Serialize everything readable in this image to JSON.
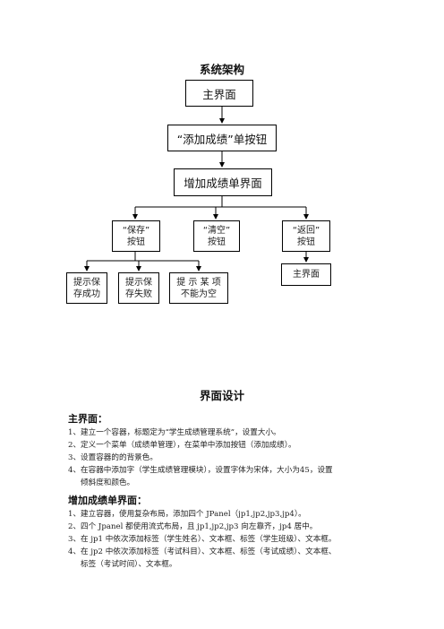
{
  "architecture": {
    "title": "系统架构",
    "nodes": {
      "main": "主界面",
      "add_radio": "“添加成绩”单按钮",
      "add_ui": "增加成绩单界面",
      "save": [
        "“保存”",
        "按钮"
      ],
      "clear": [
        "“清空”",
        "按钮"
      ],
      "back": [
        "“返回”",
        "按钮"
      ],
      "save_ok": [
        "提示保",
        "存成功"
      ],
      "save_fail": [
        "提示保",
        "存失败"
      ],
      "empty": [
        "提 示 某 项",
        "不能为空"
      ],
      "main2": "主界面"
    }
  },
  "design": {
    "title": "界面设计",
    "main_heading": "主界面：",
    "main_items": [
      {
        "num": "1、",
        "text": "建立一个容器，标题定为“学生成绩管理系统”，设置大小。"
      },
      {
        "num": "2、",
        "text": "定义一个菜单（成绩单管理），在菜单中添加按钮（添加成绩）。"
      },
      {
        "num": "3、",
        "text": "设置容器的的背景色。"
      },
      {
        "num": "4、",
        "text": "在容器中添加字（学生成绩管理模块），设置字体为宋体，大小为45，设置",
        "cont": "倾斜度和颜色。"
      }
    ],
    "add_heading": "增加成绩单界面：",
    "add_items": [
      {
        "num": "1、",
        "text": "建立容器，使用复杂布局，添加四个 JPanel（jp1,jp2,jp3,jp4）。"
      },
      {
        "num": "2、",
        "text": "四个 Jpanel 都使用流式布局，且 jp1,jp2,jp3 向左靠齐，jp4 居中。"
      },
      {
        "num": "3、",
        "text": "在 jp1 中依次添加标签（学生姓名）、文本框、标签（学生班级）、文本框。"
      },
      {
        "num": "4、",
        "text": "在 jp2 中依次添加标签（考试科目）、文本框、标签（考试成绩）、文本框、",
        "cont": "标签（考试时间）、文本框。"
      }
    ]
  }
}
